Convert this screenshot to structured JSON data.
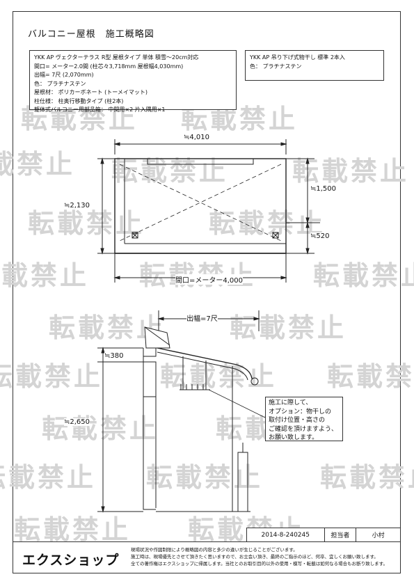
{
  "watermark": {
    "text": "転載禁止"
  },
  "title": "バルコニー屋根　施工概略図",
  "spec_left": {
    "lines": [
      "YKK AP ヴェクターテラス R型 屋根タイプ 単体 積雪～20cm対応",
      "間口= メーター2.0間 (柱芯々3,718mm 屋根幅4,030mm)",
      "出幅= 7尺 (2,070mm)",
      "色： プラチナステン",
      "屋根材： ポリカーボネート (トーメイマット)",
      "柱仕様： 柱奥行移動タイプ (柱2本)",
      "躯体式バルコニー用部品箱： 中間用×2 片入隅用×1"
    ]
  },
  "spec_right": {
    "lines": [
      "YKK AP 吊り下げ式物干し 標準 2本入",
      "色： プラチナステン"
    ]
  },
  "plan": {
    "dim_top": "≒4,010",
    "dim_left": "≒2,130",
    "dim_right_upper": "≒1,500",
    "dim_right_lower": "≒520",
    "dim_bottom": "間口=メーター4,000"
  },
  "section": {
    "dim_top": "出幅=7尺",
    "dim_left_upper": "≒380",
    "dim_left": "≒2,650"
  },
  "note": {
    "lines": [
      "施工に際して、",
      "オプション：物干しの",
      "取付け位置・高さの",
      "ご確認を頂けますよう、",
      "お願い致します。"
    ]
  },
  "titleblock": {
    "drawing_no": "2014-8-240245",
    "charge_label": "担当者",
    "charge_name": "小村"
  },
  "footer": {
    "logo": "エクスショップ",
    "lines": [
      "現場状況や作図制限により概略図の内容と多少の違いが生じることがございます。",
      "施工時は、現場優先とさせて頂きたく思いますので、お立会い頂き、最終のご指示のほど、何卒、宜しくお願い致します。",
      "全ての著作権はエクスショップに帰属します。当社とのお取引目的以外の使用・模写・転載は如何なる場合もお断り致します。"
    ]
  }
}
